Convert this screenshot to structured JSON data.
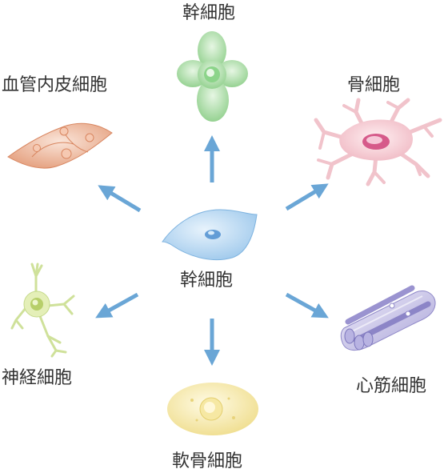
{
  "center": {
    "label": "幹細胞"
  },
  "cells": {
    "stem_top": {
      "label": "幹細胞"
    },
    "endothelial": {
      "label": "血管内皮細胞"
    },
    "bone": {
      "label": "骨細胞"
    },
    "nerve": {
      "label": "神経細胞"
    },
    "cartilage": {
      "label": "軟骨細胞"
    },
    "cardiac": {
      "label": "心筋細胞"
    }
  },
  "colors": {
    "arrow": "#6aa6d6",
    "center_cell": "#a9cfee",
    "stem_cell": "#9ed39a",
    "endothelial_cell": "#e7a889",
    "bone_cell": "#f1c3cb",
    "nerve_cell": "#cfe19a",
    "cartilage_cell": "#f1e39c",
    "cardiac_cell": "#c7c2e6"
  }
}
